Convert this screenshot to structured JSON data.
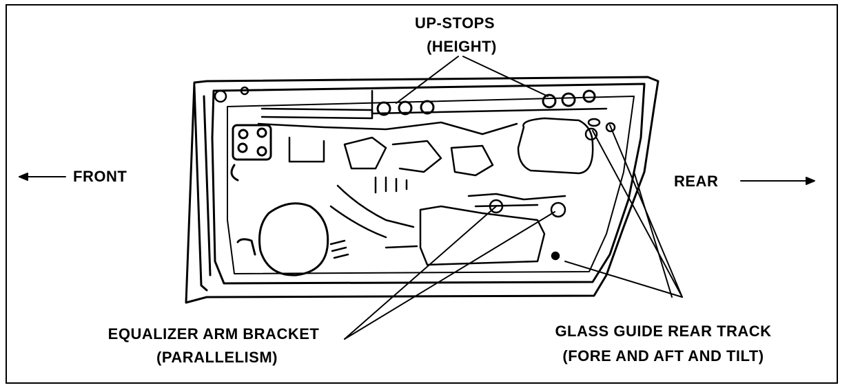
{
  "labels": {
    "up_stops": "UP-STOPS",
    "height": "(HEIGHT)",
    "front": "FRONT",
    "rear": "REAR",
    "equalizer": "EQUALIZER ARM BRACKET",
    "parallelism": "(PARALLELISM)",
    "glass_guide": "GLASS GUIDE REAR TRACK",
    "fore_aft": "(FORE AND AFT AND TILT)"
  },
  "colors": {
    "ink": "#000000",
    "background": "#ffffff"
  }
}
